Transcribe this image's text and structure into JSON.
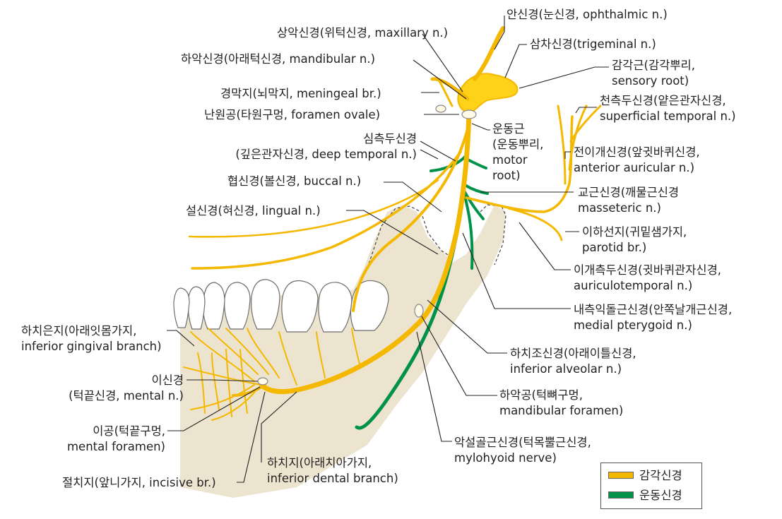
{
  "labels": {
    "ophthalmic": "안신경(눈신경, ophthalmic n.)",
    "maxillary": "상악신경(위턱신경, maxillary n.)",
    "trigeminal": "삼차신경(trigeminal n.)",
    "mandibular": "하악신경(아래턱신경, mandibular n.)",
    "sensory_root_1": "감각근(감각뿌리,",
    "sensory_root_2": "sensory root)",
    "meningeal": "경막지(뇌막지, meningeal br.)",
    "superficial_temporal_1": "천측두신경(얕은관자신경,",
    "superficial_temporal_2": "superficial temporal n.)",
    "foramen_ovale": "난원공(타원구멍, foramen ovale)",
    "motor_root_1": "운동근",
    "motor_root_2": "(운동뿌리,",
    "motor_root_3": "motor",
    "motor_root_4": "root)",
    "deep_temporal_1": "심측두신경",
    "deep_temporal_2": "(깊은관자신경, deep temporal n.)",
    "anterior_auricular_1": "전이개신경(앞귓바퀴신경,",
    "anterior_auricular_2": "anterior auricular n.)",
    "buccal": "협신경(볼신경, buccal n.)",
    "masseteric_1": "교근신경(깨물근신경",
    "masseteric_2": "masseteric n.)",
    "lingual": "설신경(혀신경, lingual n.)",
    "parotid_1": "이하선지(귀밑샘가지,",
    "parotid_2": "parotid br.)",
    "auriculotemporal_1": "이개측두신경(귓바퀴관자신경,",
    "auriculotemporal_2": "auriculotemporal n.)",
    "medial_pterygoid_1": "내측익돌근신경(안쪽날개근신경,",
    "medial_pterygoid_2": "medial pterygoid n.)",
    "inferior_gingival_1": "하치은지(아래잇몸가지,",
    "inferior_gingival_2": "inferior gingival branch)",
    "inferior_alveolar_1": "하치조신경(아래이틀신경,",
    "inferior_alveolar_2": "inferior alveolar n.)",
    "mental_nerve_1": "이신경",
    "mental_nerve_2": "(턱끝신경, mental n.)",
    "mandibular_foramen_1": "하악공(턱뼈구멍,",
    "mandibular_foramen_2": "mandibular foramen)",
    "mental_foramen_1": "이공(턱끝구멍,",
    "mental_foramen_2": "mental foramen)",
    "mylohyoid_1": "악설골근신경(턱목뿔근신경,",
    "mylohyoid_2": "mylohyoid nerve)",
    "inferior_dental_1": "하치지(아래치아가지,",
    "inferior_dental_2": "inferior dental branch)",
    "incisive": "절치지(앞니가지, incisive br.)"
  },
  "legend": {
    "sensory": "감각신경",
    "motor": "운동신경"
  },
  "colors": {
    "sensory_nerve": "#f5b800",
    "sensory_fill": "#ffd21a",
    "motor_nerve": "#00924a",
    "bone": "#ece4cf",
    "tooth": "#ffffff",
    "leader": "#231f20"
  }
}
